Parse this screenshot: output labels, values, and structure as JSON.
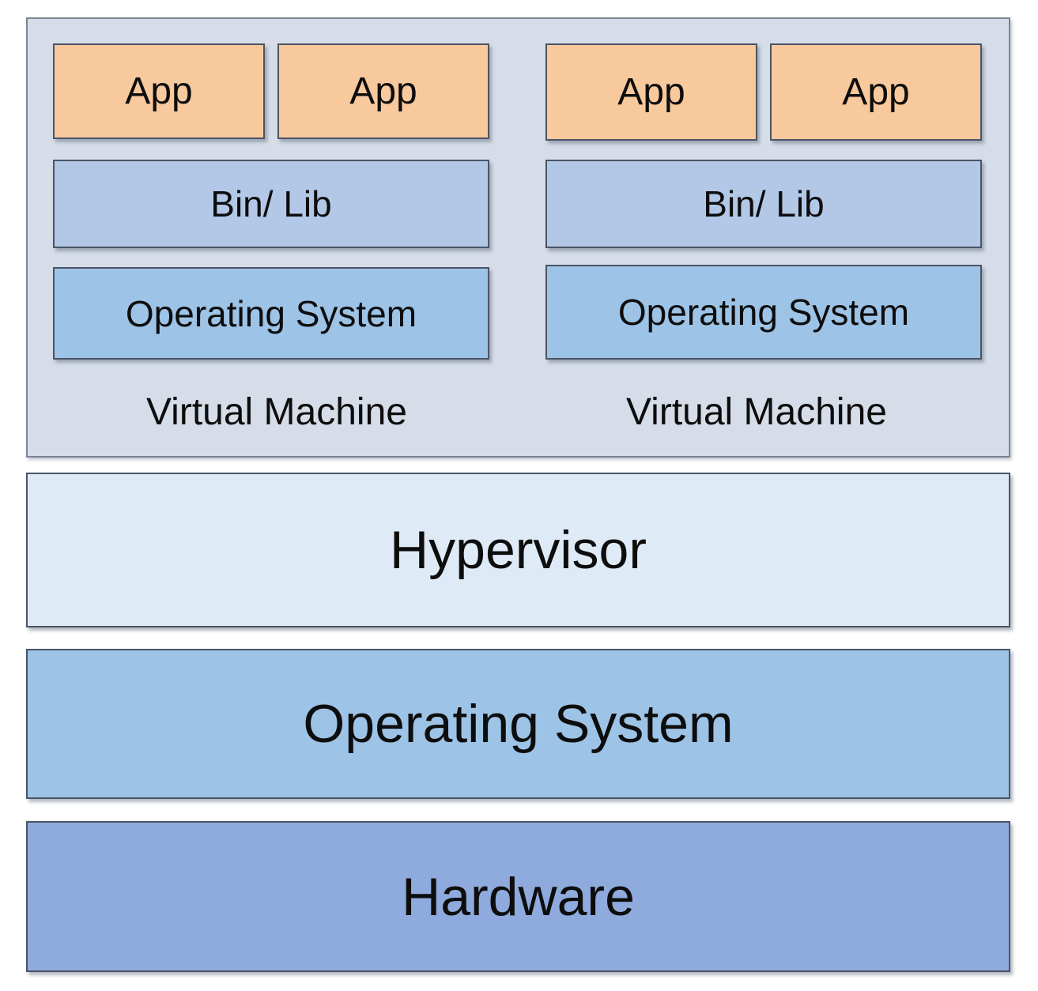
{
  "colors": {
    "app": "#f8c99d",
    "bin_lib": "#b3c8e7",
    "guest_os": "#9dc3e6",
    "vm_background": "#d6dde8",
    "hypervisor": "#deebf7",
    "host_os": "#9dc3e6",
    "hardware": "#8faadc",
    "border": "#4a5466"
  },
  "virtual_machines": [
    {
      "apps": [
        "App",
        "App"
      ],
      "bin_lib": "Bin/ Lib",
      "os": "Operating System",
      "label": "Virtual Machine"
    },
    {
      "apps": [
        "App",
        "App"
      ],
      "bin_lib": "Bin/ Lib",
      "os": "Operating System",
      "label": "Virtual Machine"
    }
  ],
  "layers": {
    "hypervisor": "Hypervisor",
    "host_os": "Operating System",
    "hardware": "Hardware"
  }
}
